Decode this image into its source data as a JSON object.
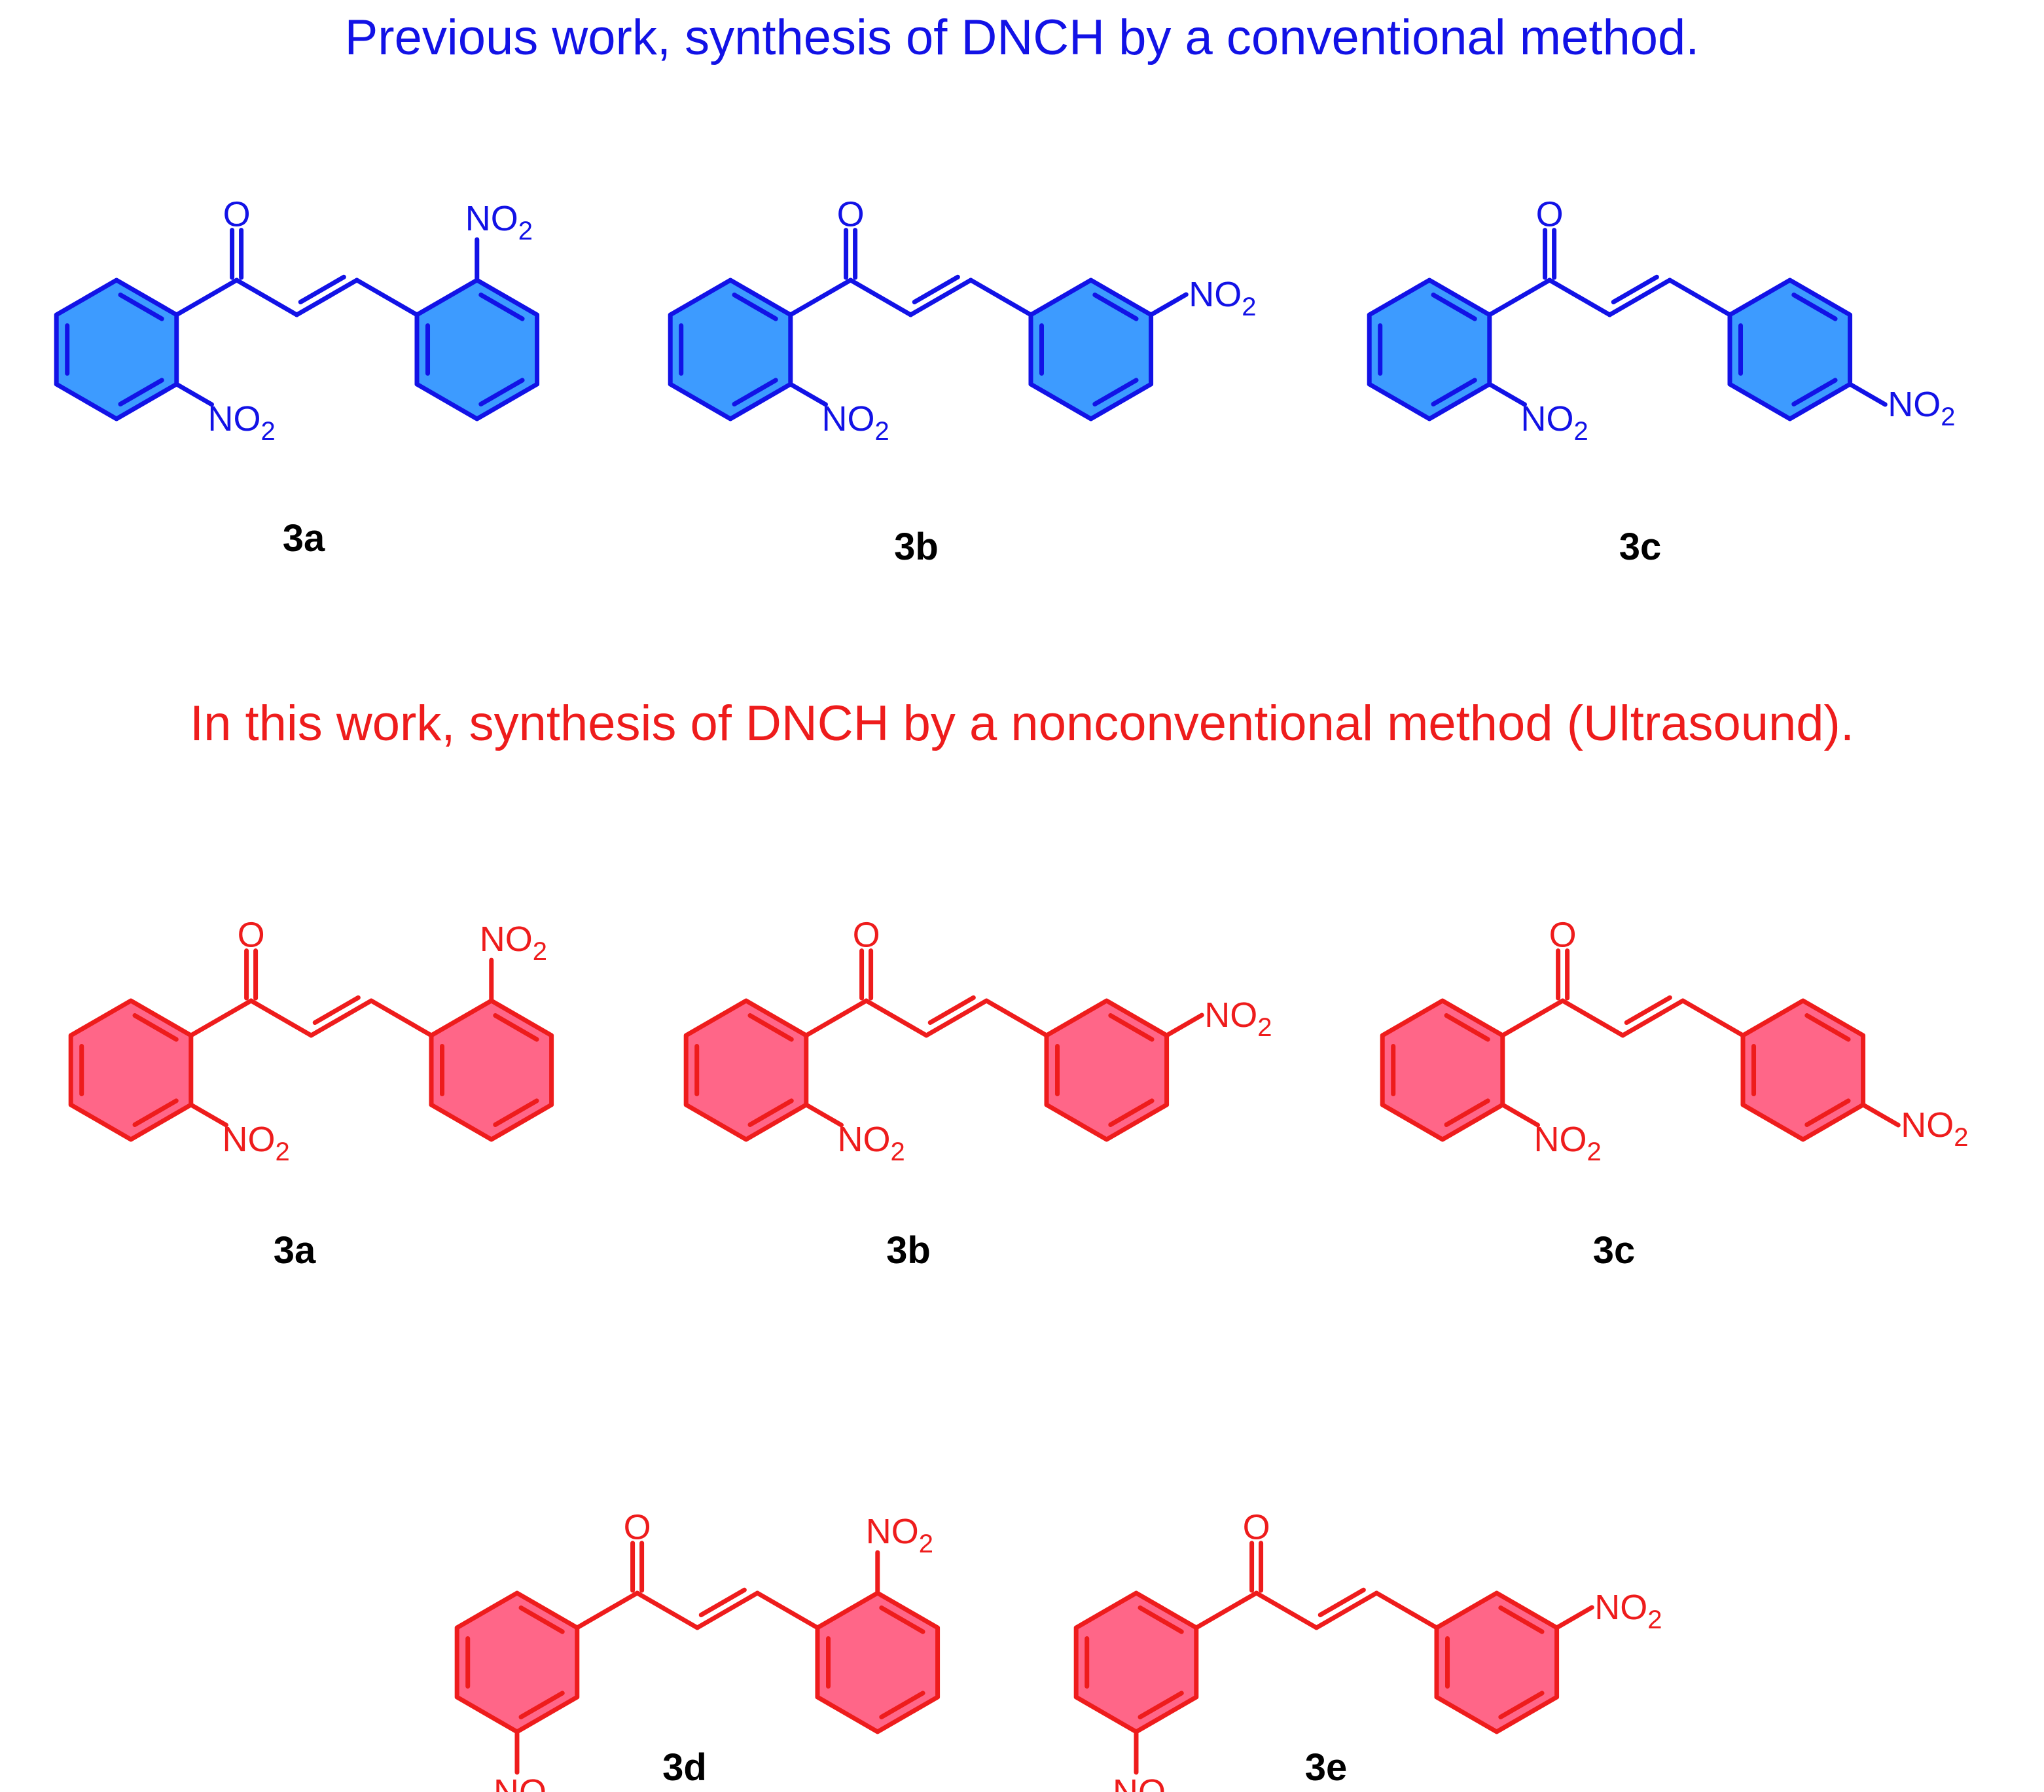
{
  "headings": {
    "previous": "Previous work, synthesis of DNCH by a conventional method.",
    "this_work": "In this work, synthesis of DNCH by a nonconventional method (Ultrasound)."
  },
  "colors": {
    "previous_text": "#1212e6",
    "previous_ring_fill": "#3d9bff",
    "this_text": "#ee1c1c",
    "this_ring_fill": "#ff6688"
  },
  "labels": {
    "oxygen": "O",
    "nitro_main": "NO",
    "nitro_sub": "2"
  },
  "previous_compounds": [
    {
      "id": "3a",
      "left_nitro": "ortho",
      "right_nitro": "ortho"
    },
    {
      "id": "3b",
      "left_nitro": "ortho",
      "right_nitro": "meta"
    },
    {
      "id": "3c",
      "left_nitro": "ortho",
      "right_nitro": "para"
    }
  ],
  "this_work_compounds": [
    {
      "id": "3a",
      "left_nitro": "ortho",
      "right_nitro": "ortho"
    },
    {
      "id": "3b",
      "left_nitro": "ortho",
      "right_nitro": "meta"
    },
    {
      "id": "3c",
      "left_nitro": "ortho",
      "right_nitro": "para"
    },
    {
      "id": "3d",
      "left_nitro": "meta",
      "right_nitro": "ortho"
    },
    {
      "id": "3e",
      "left_nitro": "meta",
      "right_nitro": "meta"
    }
  ]
}
